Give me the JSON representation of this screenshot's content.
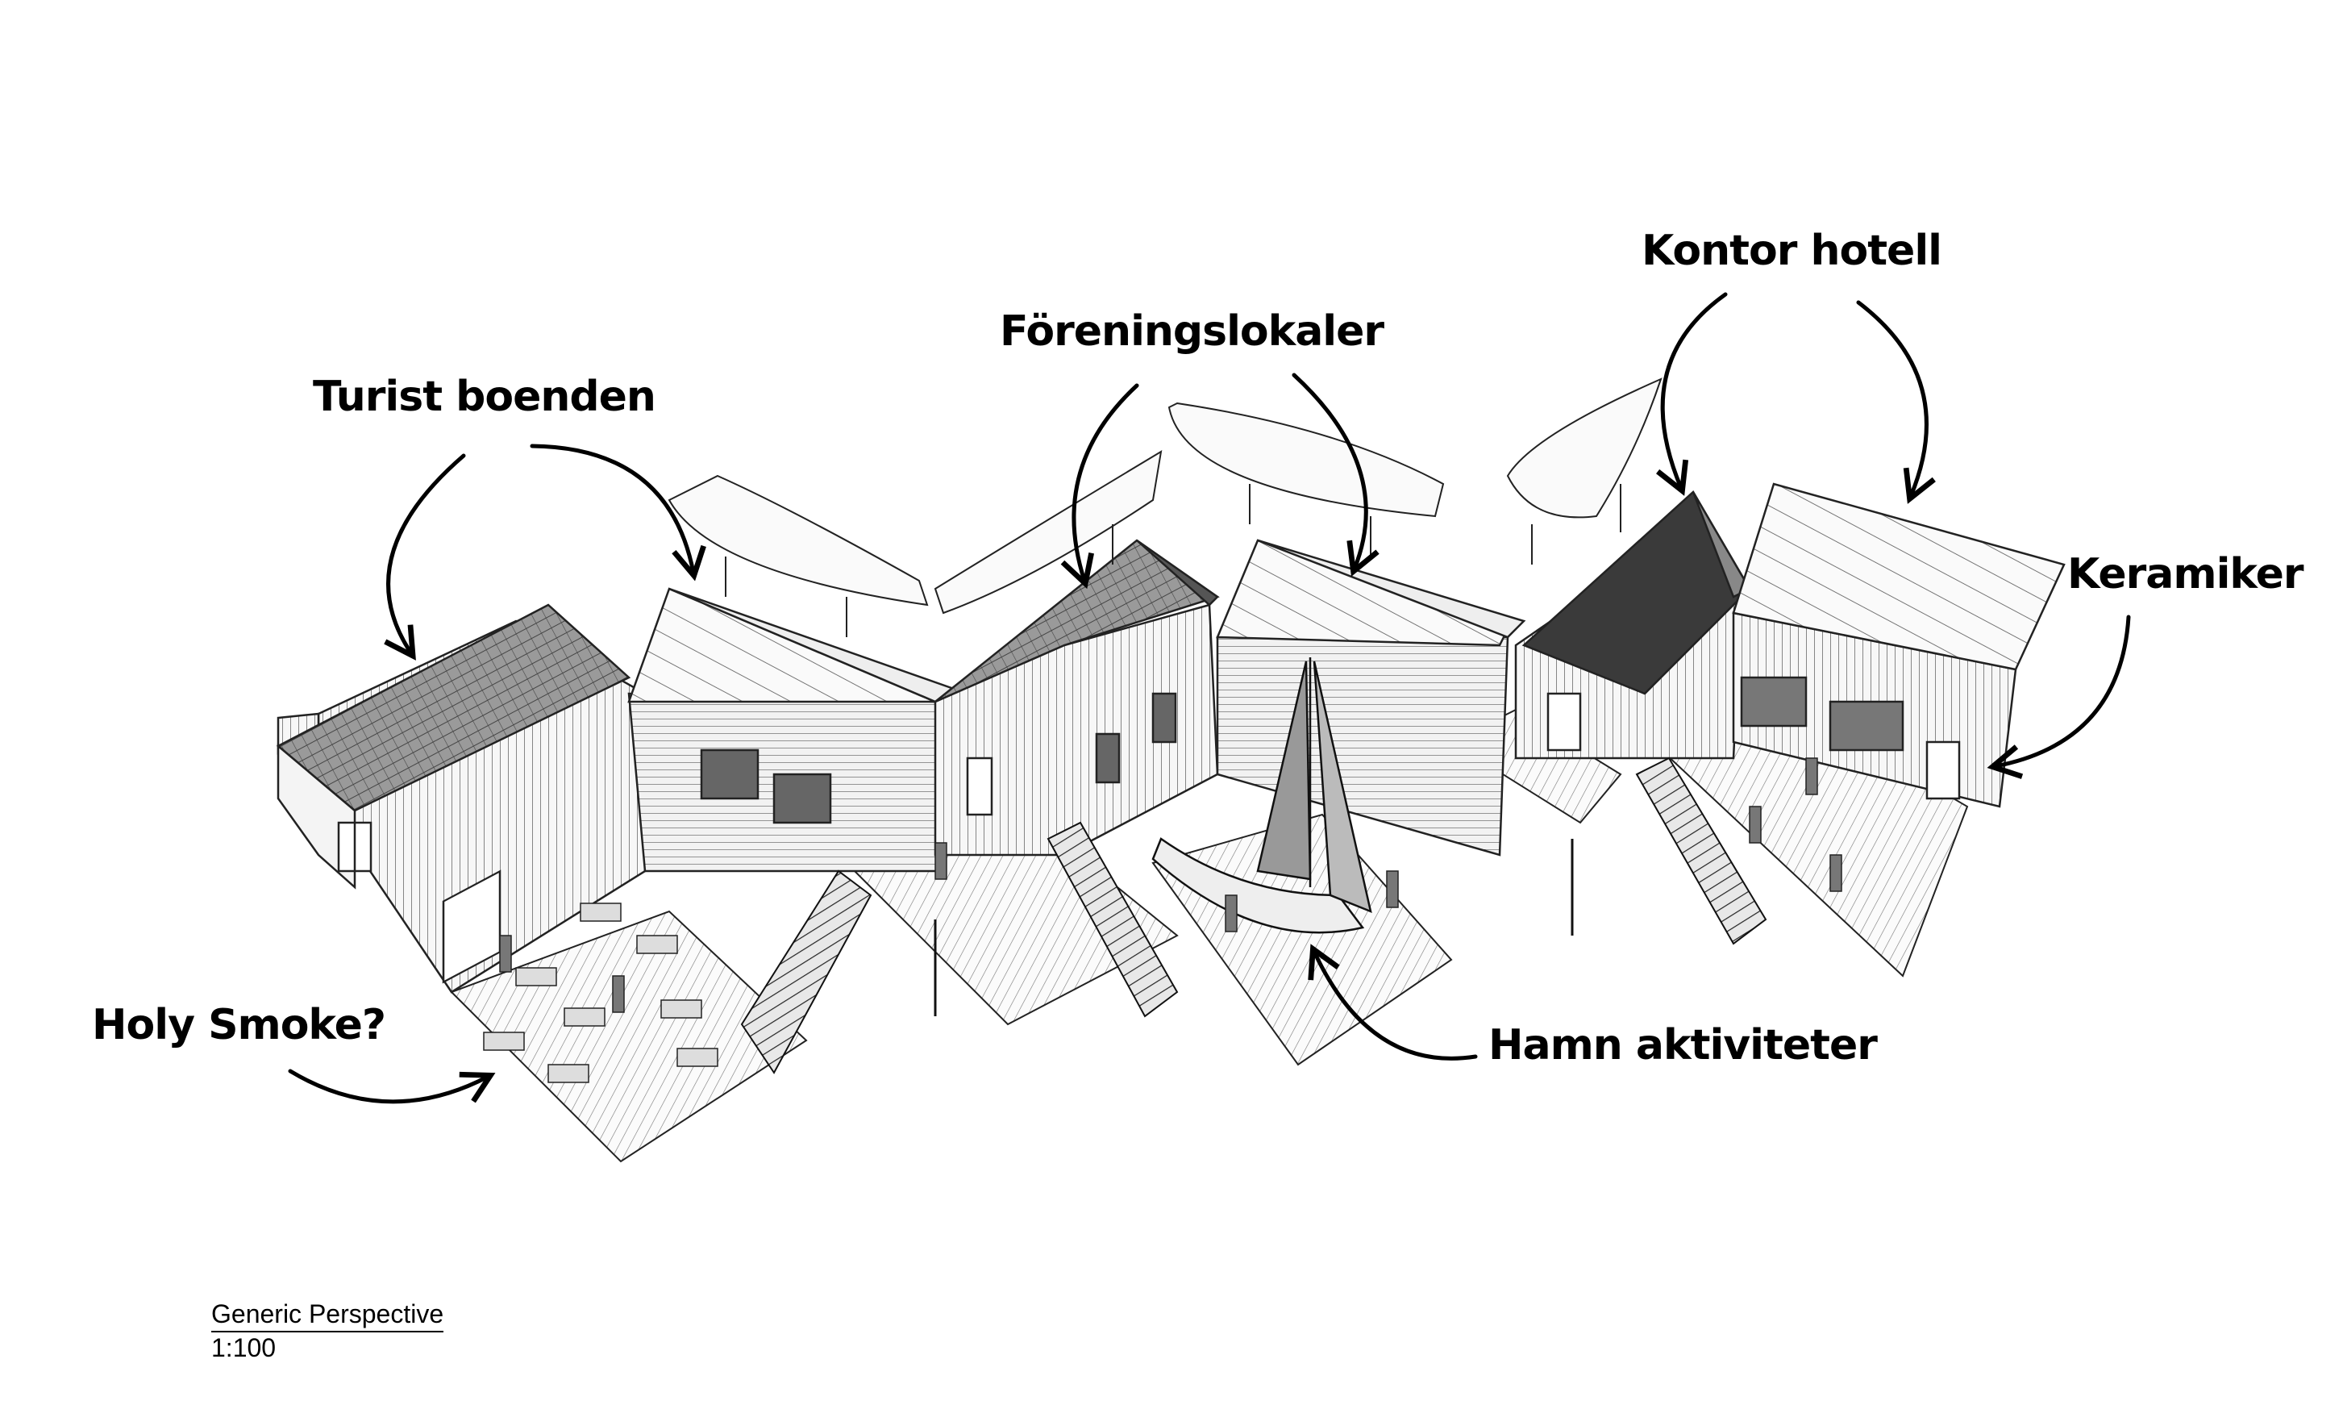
{
  "labels": {
    "turist": "Turist boenden",
    "forening": "Föreningslokaler",
    "kontor": "Kontor hotell",
    "keramiker": "Keramiker",
    "holy_smoke": "Holy Smoke?",
    "hamn": "Hamn aktiviteter"
  },
  "view": {
    "name": "Generic Perspective",
    "scale": "1:100"
  },
  "colors": {
    "ink": "#000000",
    "roof_dark": "#3a3a3a",
    "roof_mid": "#8a8a8a",
    "wall_light": "#f4f4f4",
    "shade": "#d9d9d9"
  }
}
